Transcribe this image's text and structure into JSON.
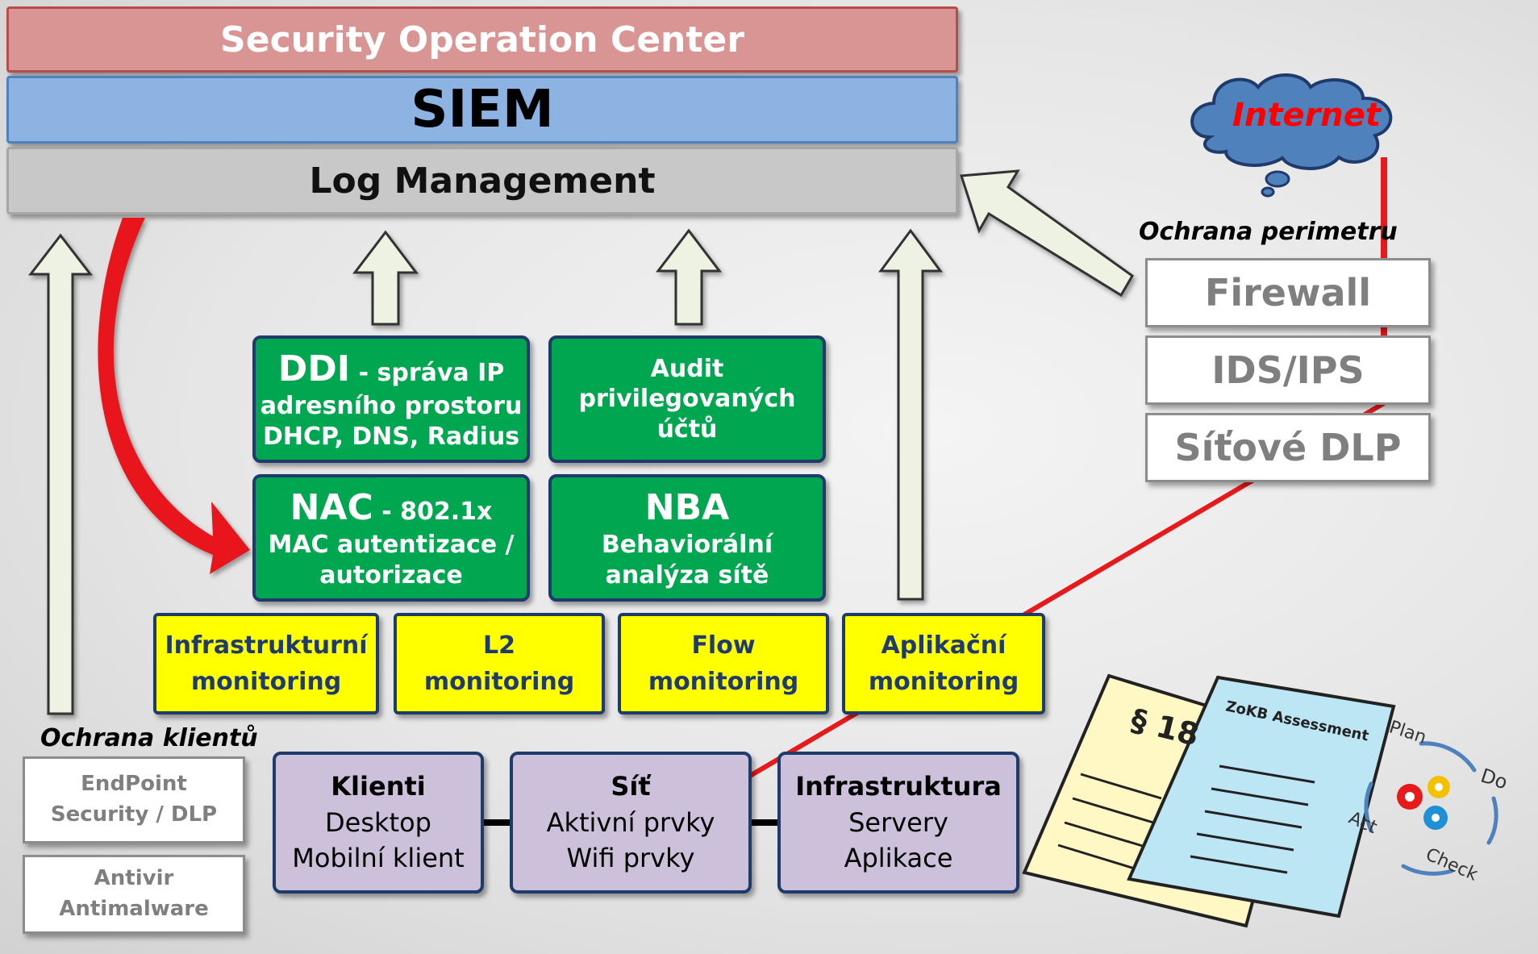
{
  "top_stack": {
    "soc": "Security Operation Center",
    "siem": "SIEM",
    "log_management": "Log Management"
  },
  "green_boxes": {
    "ddi": {
      "big": "DDI",
      "small": " - správa IP",
      "line2": "adresního prostoru",
      "line3": "DHCP, DNS, Radius"
    },
    "audit": {
      "line1": "Audit",
      "line2": "privilegovaných",
      "line3": "účtů"
    },
    "nac": {
      "big": "NAC",
      "small": " - 802.1x",
      "line2": "MAC autentizace /",
      "line3": "autorizace"
    },
    "nba": {
      "big": "NBA",
      "line2": "Behaviorální",
      "line3": "analýza sítě"
    }
  },
  "monitoring": [
    {
      "line1": "Infrastrukturní",
      "line2": "monitoring"
    },
    {
      "line1": "L2",
      "line2": "monitoring"
    },
    {
      "line1": "Flow",
      "line2": "monitoring"
    },
    {
      "line1": "Aplikační",
      "line2": "monitoring"
    }
  ],
  "assets": [
    {
      "title": "Klienti",
      "line2": "Desktop",
      "line3": "Mobilní klient"
    },
    {
      "title": "Síť",
      "line2": "Aktivní prvky",
      "line3": "Wifi prvky"
    },
    {
      "title": "Infrastruktura",
      "line2": "Servery",
      "line3": "Aplikace"
    }
  ],
  "client_protection": {
    "label": "Ochrana klientů",
    "items": [
      {
        "line1": "EndPoint",
        "line2": "Security / DLP"
      },
      {
        "line1": "Antivir",
        "line2": "Antimalware"
      }
    ]
  },
  "perimeter": {
    "label": "Ochrana perimetru",
    "items": [
      "Firewall",
      "IDS/IPS",
      "Síťové DLP"
    ]
  },
  "internet": "Internet",
  "documents": {
    "paragraph_doc": "§ 18",
    "assessment_doc": "ZoKB Assessment"
  },
  "pdca": {
    "plan": "Plan",
    "do": "Do",
    "check": "Check",
    "act": "Act"
  },
  "colors": {
    "red_line": "#e8191b",
    "green_box": "#00a650",
    "yellow_box": "#ffff00",
    "purple_box": "#ccc0da",
    "cloud": "#4f81bd",
    "internet_text": "#ff0000"
  }
}
